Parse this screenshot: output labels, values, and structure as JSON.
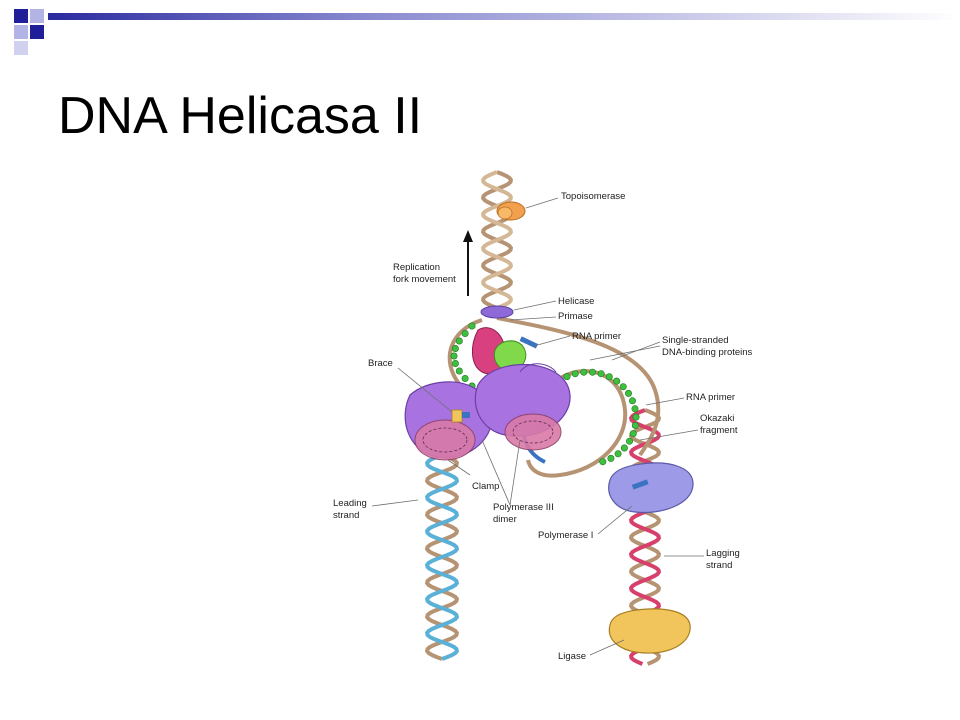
{
  "slide": {
    "title": "DNA Helicasa II"
  },
  "colors": {
    "accent_dark": "#1f1f99",
    "accent_light": "#b3b3e6",
    "leading_strand": "#5ab0d6",
    "lagging_strand": "#d6406b",
    "parent_strand": "#b59373",
    "ssb": "#3fbf3f",
    "polymerase": "#a873e0",
    "clamp": "#d97aa8",
    "primase": "#d94080",
    "topoisomerase": "#f2a04d",
    "ligase": "#f2c45c"
  },
  "diagram": {
    "labels": {
      "topoisomerase": "Topoisomerase",
      "fork_movement_1": "Replication",
      "fork_movement_2": "fork movement",
      "helicase": "Helicase",
      "primase": "Primase",
      "rna_primer_top": "RNA primer",
      "ssb_1": "Single-stranded",
      "ssb_2": "DNA-binding proteins",
      "brace": "Brace",
      "rna_primer_right": "RNA primer",
      "okazaki_1": "Okazaki",
      "okazaki_2": "fragment",
      "clamp": "Clamp",
      "leading_1": "Leading",
      "leading_2": "strand",
      "pol3_1": "Polymerase III",
      "pol3_2": "dimer",
      "pol1": "Polymerase I",
      "lagging_1": "Lagging",
      "lagging_2": "strand",
      "ligase": "Ligase"
    }
  }
}
